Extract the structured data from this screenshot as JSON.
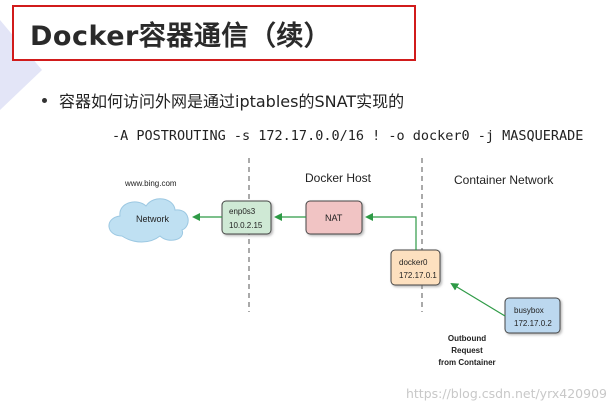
{
  "slide": {
    "title": "Docker容器通信（续）",
    "bullet": "容器如何访问外网是通过iptables的SNAT实现的",
    "command": "-A POSTROUTING -s 172.17.0.0/16 ! -o docker0 -j MASQUERADE"
  },
  "diagram": {
    "sections": {
      "docker_host": "Docker Host",
      "container_network": "Container Network"
    },
    "cloud": {
      "host_label": "www.bing.com",
      "label": "Network",
      "color": "#bfe0f2"
    },
    "enp0s3": {
      "name": "enp0s3",
      "ip": "10.0.2.15",
      "color": "#cfe9d5"
    },
    "nat": {
      "label": "NAT",
      "color": "#f1c4c4"
    },
    "docker0": {
      "name": "docker0",
      "ip": "172.17.0.1",
      "color": "#fde0bf"
    },
    "busybox": {
      "name": "busybox",
      "ip": "172.17.0.2",
      "color": "#bcd8ef"
    },
    "outbound_caption": [
      "Outbound",
      "Request",
      "from Container"
    ],
    "arrow_color": "#2e9a46"
  },
  "watermark": "https://blog.csdn.net/yrx420909"
}
